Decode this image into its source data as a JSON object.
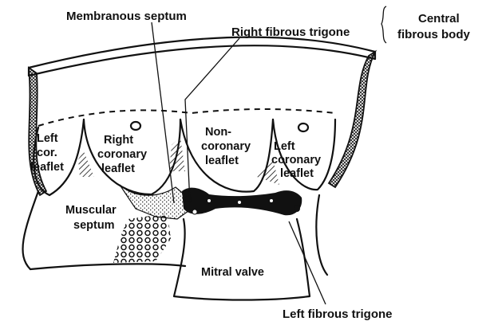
{
  "labels": {
    "membranous_septum": "Membranous septum",
    "right_fibrous_trigone": "Right fibrous trigone",
    "central_fibrous_body_line1": "Central",
    "central_fibrous_body_line2": "fibrous body",
    "left_cor_leaflet": [
      "Left",
      "cor.",
      "leaflet"
    ],
    "right_coronary_leaflet": [
      "Right",
      "coronary",
      "leaflet"
    ],
    "non_coronary_leaflet": [
      "Non-",
      "coronary",
      "leaflet"
    ],
    "left_coronary_leaflet": [
      "Left",
      "coronary",
      "leaflet"
    ],
    "muscular_septum": [
      "Muscular",
      "septum"
    ],
    "mitral_valve": "Mitral valve",
    "left_fibrous_trigone": "Left fibrous trigone"
  },
  "colors": {
    "ink": "#111111",
    "paper": "#ffffff"
  }
}
